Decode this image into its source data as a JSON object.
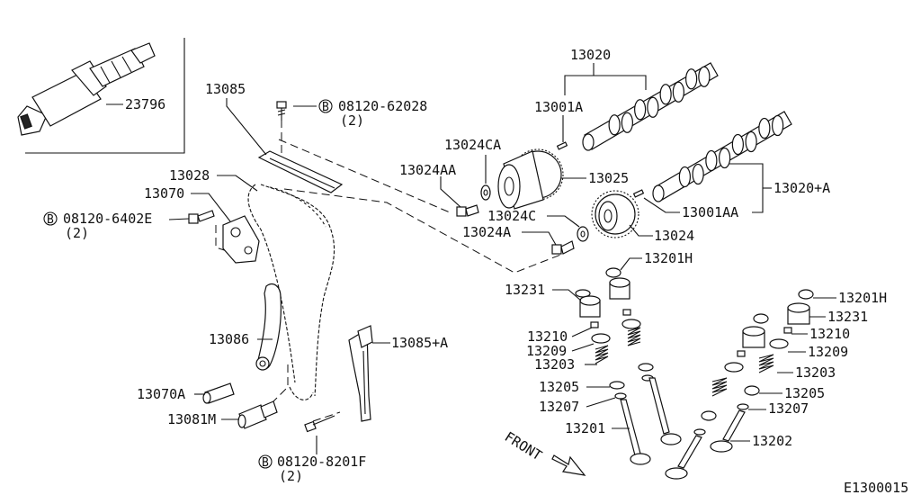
{
  "diagram_id": "E1300015",
  "front_label": "FRONT",
  "bolt_prefix": "B",
  "parts": {
    "p23796": "23796",
    "p13085": "13085",
    "p13028": "13028",
    "p13070": "13070",
    "p13086": "13086",
    "p13070A": "13070A",
    "p13081M": "13081M",
    "p13085A": "13085+A",
    "p13020": "13020",
    "p13001A": "13001A",
    "p13024CA": "13024CA",
    "p13024AA": "13024AA",
    "p13025": "13025",
    "p13020A": "13020+A",
    "p13024C": "13024C",
    "p13024A": "13024A",
    "p13024": "13024",
    "p13001AA": "13001AA",
    "p13201H_1": "13201H",
    "p13231_1": "13231",
    "p13210_1": "13210",
    "p13209_1": "13209",
    "p13203_1": "13203",
    "p13205_1": "13205",
    "p13207_1": "13207",
    "p13201": "13201",
    "p13201H_2": "13201H",
    "p13231_2": "13231",
    "p13210_2": "13210",
    "p13209_2": "13209",
    "p13203_2": "13203",
    "p13205_2": "13205",
    "p13207_2": "13207",
    "p13202": "13202"
  },
  "bolts": {
    "b1": {
      "code": "08120-62028",
      "qty": "(2)"
    },
    "b2": {
      "code": "08120-6402E",
      "qty": "(2)"
    },
    "b3": {
      "code": "08120-8201F",
      "qty": "(2)"
    }
  }
}
